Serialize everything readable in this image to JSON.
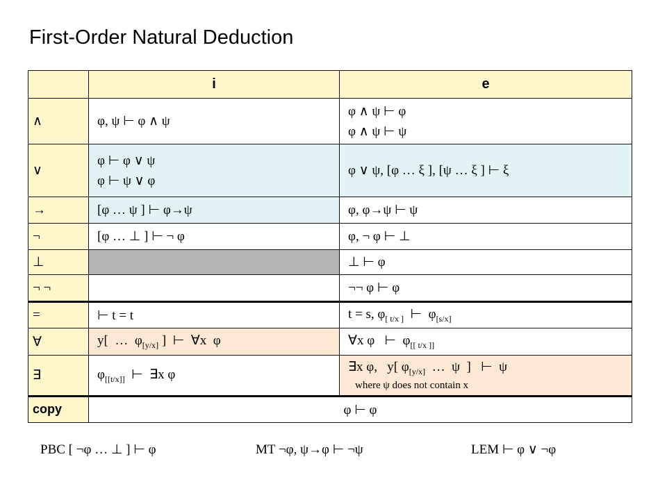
{
  "title": "First-Order Natural Deduction",
  "table": {
    "headers": {
      "intro": "i",
      "elim": "e"
    },
    "rows": [
      {
        "connective": "∧",
        "intro": [
          "φ,  ψ   ⊢  φ ∧ ψ"
        ],
        "elim": [
          "φ ∧ ψ  ⊢  φ",
          "φ ∧ ψ  ⊢  ψ"
        ]
      },
      {
        "connective": "∨",
        "intro": [
          "φ  ⊢  φ ∨ ψ",
          "φ  ⊢  ψ ∨ φ"
        ],
        "elim": [
          "φ ∨ ψ,  [φ … ξ ],  [ψ … ξ ]   ⊢  ξ"
        ]
      },
      {
        "connective": "→",
        "intro": [
          "[φ …  ψ ]  ⊢  φ→ψ"
        ],
        "elim": [
          "φ,  φ→ψ   ⊢  ψ"
        ]
      },
      {
        "connective": "¬",
        "intro": [
          "[φ …  ⊥ ]  ⊢  ¬ φ"
        ],
        "elim": [
          "φ,  ¬ φ  ⊢  ⊥"
        ]
      },
      {
        "connective": "⊥",
        "intro": [
          ""
        ],
        "elim": [
          "⊥  ⊢  φ"
        ]
      },
      {
        "connective": "¬ ¬",
        "intro": [
          ""
        ],
        "elim": [
          "¬¬ φ  ⊢  φ"
        ]
      },
      {
        "connective": "=",
        "intro_text": "⊢  t = t",
        "elim_a": "t = s,  φ",
        "elim_sub1": "[ t/x ]",
        "elim_b": "  ⊢  φ",
        "elim_sub2": "[s/x]"
      },
      {
        "connective": "∀",
        "intro_a": "y[  …  φ",
        "intro_sub": "[y/x]",
        "intro_b": " ]  ⊢  ∀x  φ",
        "elim_a": "∀x φ   ⊢  φ",
        "elim_sub": "[[ t/x ]]"
      },
      {
        "connective": "∃",
        "intro_a": "φ",
        "intro_sub": "[[t/x]]",
        "intro_b": "  ⊢  ∃x φ",
        "elim_a": "∃x φ,   y[ φ",
        "elim_sub": "[y/x]",
        "elim_b": "  …  ψ  ]   ⊢  ψ",
        "elim_note": "where ψ does not contain x"
      }
    ],
    "copy": {
      "label": "copy",
      "rule": "φ  ⊢  φ"
    }
  },
  "derived": {
    "pbc": "PBC [  ¬φ  …  ⊥  ]  ⊢ φ",
    "mt": "MT ¬φ,  ψ→φ   ⊢  ¬ψ",
    "lem": "LEM  ⊢  φ ∨ ¬φ"
  },
  "colors": {
    "header": "#fff6cc",
    "blue": "#e2f3f5",
    "peach": "#fde8d3",
    "grey": "#b3b3b3"
  }
}
